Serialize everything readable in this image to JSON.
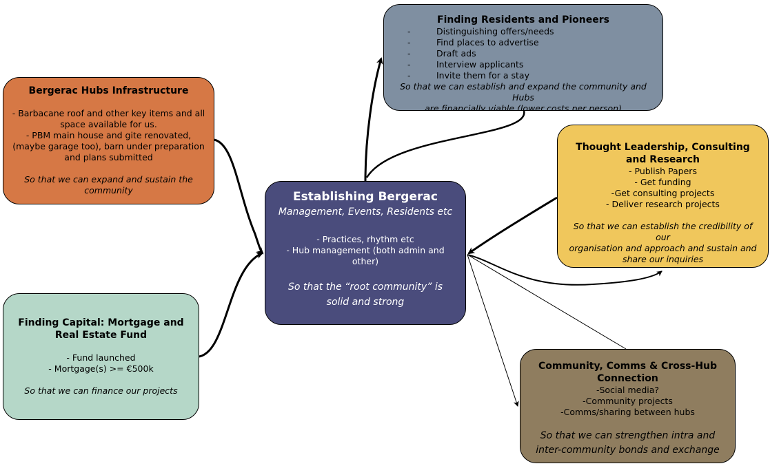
{
  "center": {
    "title": "Establishing Bergerac",
    "subtitle": "Management, Events, Residents etc",
    "items": [
      "- Practices, rhythm etc",
      "- Hub management (both admin and",
      "other)"
    ],
    "goal_line1": "So that the “root community” is",
    "goal_line2": "solid and strong",
    "color": "#4a4c7c"
  },
  "infra": {
    "title": "Bergerac Hubs Infrastructure",
    "items": [
      "- Barbacane roof and other key items and all",
      "space available for us.",
      "- PBM main house and gite renovated,",
      "(maybe garage too), barn under preparation",
      "and plans submitted"
    ],
    "goal_line1": "So that we can expand and sustain the",
    "goal_line2": "community",
    "color": "#d67845"
  },
  "capital": {
    "title_line1": "Finding Capital: Mortgage and",
    "title_line2": "Real Estate Fund",
    "items": [
      "- Fund launched",
      "- Mortgage(s) >= €500k"
    ],
    "goal": "So that we can finance our projects",
    "color": "#b5d7c8"
  },
  "residents": {
    "title": "Finding Residents and Pioneers",
    "items": [
      "Distinguishing offers/needs",
      "Find places to advertise",
      "Draft ads",
      "Interview applicants",
      "Invite them for a stay"
    ],
    "bullet": "-",
    "goal_line1": "So that we can establish and expand the community and Hubs",
    "goal_line2": "are financially viable (lower costs per person)",
    "color": "#7f8fa1"
  },
  "thought": {
    "title_line1": "Thought Leadership, Consulting",
    "title_line2": "and Research",
    "items": [
      "- Publish Papers",
      "- Get funding",
      "-Get consulting projects",
      "- Deliver research projects"
    ],
    "goal_line1": "So that we can establish the credibility of our",
    "goal_line2": "organisation and approach and sustain and",
    "goal_line3": "share our inquiries",
    "color": "#f0c75c"
  },
  "community": {
    "title_line1": "Community, Comms & Cross-Hub",
    "title_line2": "Connection",
    "items": [
      "-Social media?",
      "-Community projects",
      "-Comms/sharing between hubs"
    ],
    "goal_line1": "So that we can strengthen intra and",
    "goal_line2": "inter-community bonds and exchange",
    "color": "#8f7d5f"
  }
}
